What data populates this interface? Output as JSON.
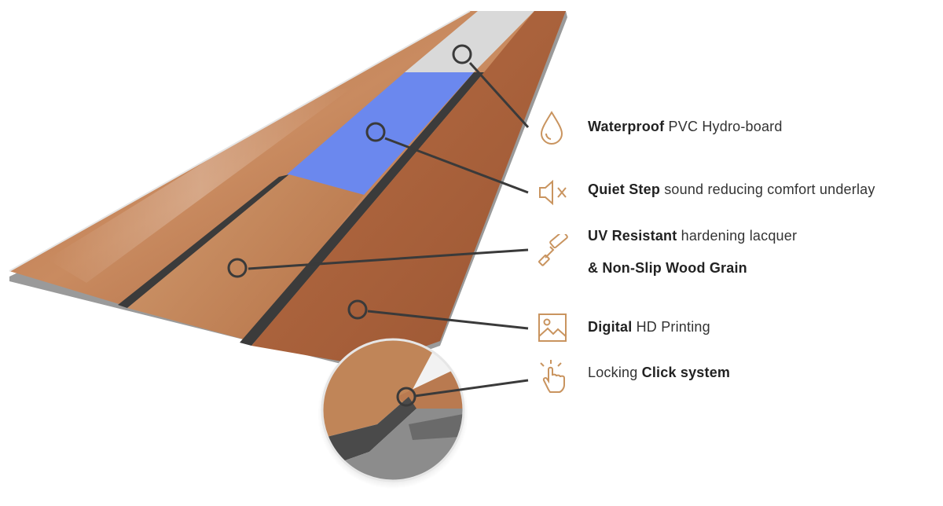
{
  "features": [
    {
      "icon": "water-drop-icon",
      "bold": "Waterproof",
      "text": " PVC Hydro-board"
    },
    {
      "icon": "muted-speaker-icon",
      "bold": "Quiet Step",
      "text": " sound reducing comfort underlay"
    },
    {
      "icon": "paint-roller-icon",
      "bold": "UV Resistant",
      "text": " hardening lacquer"
    },
    {
      "icon": "",
      "bold": "& Non-Slip Wood Grain",
      "text": ""
    },
    {
      "icon": "image-icon",
      "bold": "Digital",
      "text": " HD Printing"
    },
    {
      "icon": "tap-hand-icon",
      "pre": "Locking ",
      "bold": "Click system"
    }
  ],
  "colors": {
    "icon": "#c9945f",
    "leader": "#3a3a3a",
    "wood_light": "#c98a5c",
    "wood_dark": "#8e5132",
    "underlay": "#6a86ef",
    "core": "#d6d6d6",
    "gap": "#3b3b3b"
  }
}
